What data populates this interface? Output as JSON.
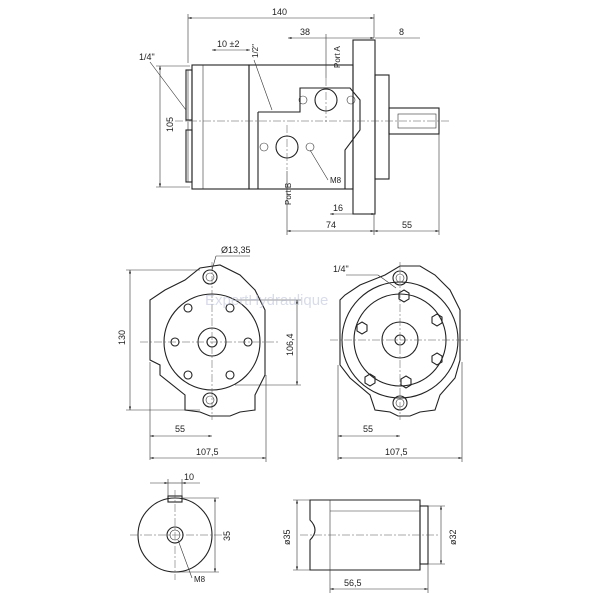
{
  "colors": {
    "line": "#222222",
    "background": "#ffffff",
    "watermark": "#b9bfd6"
  },
  "side_view": {
    "dim_overall_length": "140",
    "dim_port_offset": "38",
    "dim_flange": "8",
    "dim_port_spacing": "10 ±2",
    "thread_half": "1/2\"",
    "thread_quarter": "1/4\"",
    "port_a": "Port A",
    "port_b": "Port B",
    "dim_height": "105",
    "thread_m8": "M8",
    "dim_16": "16",
    "dim_74": "74",
    "dim_55": "55"
  },
  "rear_view": {
    "hole_diameter": "Ø13,35",
    "dim_130": "130",
    "dim_bolt_circle": "106,4",
    "dim_55": "55",
    "dim_107": "107,5"
  },
  "front_view": {
    "thread_quarter": "1/4\"",
    "dim_55": "55",
    "dim_107": "107,5"
  },
  "shaft_end": {
    "dim_10": "10",
    "dim_35": "35",
    "thread_m8": "M8"
  },
  "shaft_side": {
    "dim_d35": "ø35",
    "dim_d32": "ø32",
    "dim_56": "56,5"
  },
  "watermark": "ExpertHydraulique"
}
